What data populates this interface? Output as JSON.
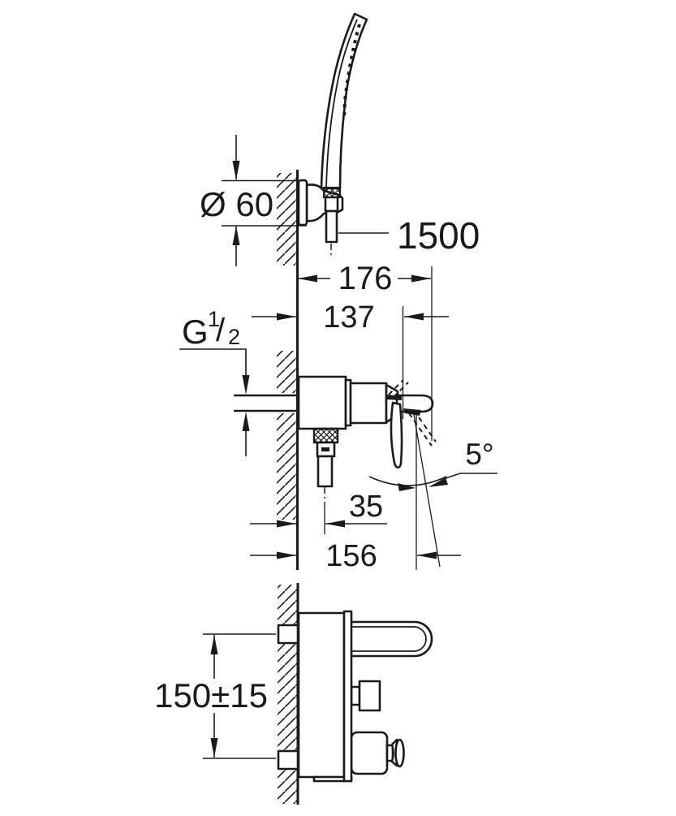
{
  "drawing": {
    "title": "bath-shower-mixer-technical-installation-drawing",
    "colors": {
      "line": "#1a1a1a",
      "background": "#ffffff"
    },
    "dims": {
      "holder_diameter": "Ø 60",
      "hose_length": "1500",
      "overall_depth": "176",
      "body_depth": "137",
      "thread_g": "G",
      "thread_sup": "1",
      "thread_slash": "/",
      "thread_sub": "2",
      "lever_angle": "5°",
      "hose_offset": "35",
      "lever_reach": "156",
      "connection_spacing": "150±15"
    }
  }
}
